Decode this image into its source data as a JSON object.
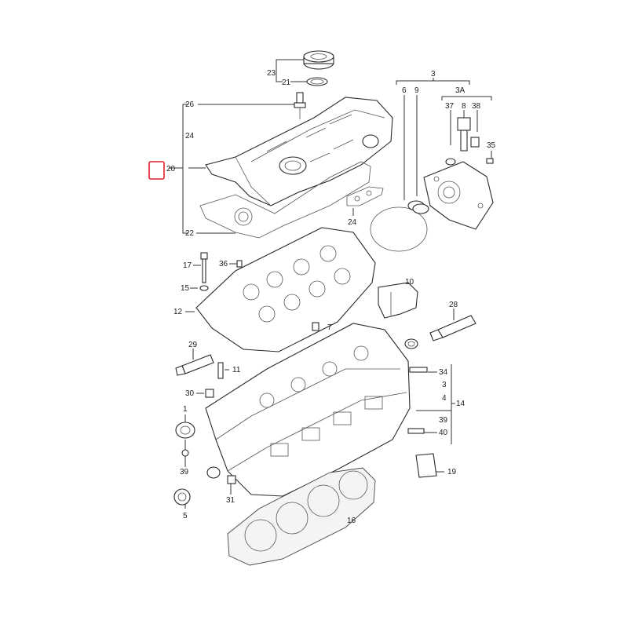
{
  "highlight": {
    "color": "#e0202a",
    "target_callout": "20"
  },
  "callouts": {
    "c1": "1",
    "c3_top": "3",
    "c3_right": "3",
    "c3A": "3A",
    "c4": "4",
    "c5": "5",
    "c6": "6",
    "c7": "7",
    "c8": "8",
    "c9": "9",
    "c10": "10",
    "c11": "11",
    "c12": "12",
    "c14": "14",
    "c15": "15",
    "c16": "16",
    "c17": "17",
    "c19": "19",
    "c20": "20",
    "c21": "21",
    "c22": "22",
    "c23": "23",
    "c24_left": "24",
    "c24_gasket": "24",
    "c26": "26",
    "c28": "28",
    "c29": "29",
    "c30": "30",
    "c31": "31",
    "c34": "34",
    "c35": "35",
    "c36": "36",
    "c37": "37",
    "c38": "38",
    "c39_left": "39",
    "c39_right": "39",
    "c40": "40"
  }
}
